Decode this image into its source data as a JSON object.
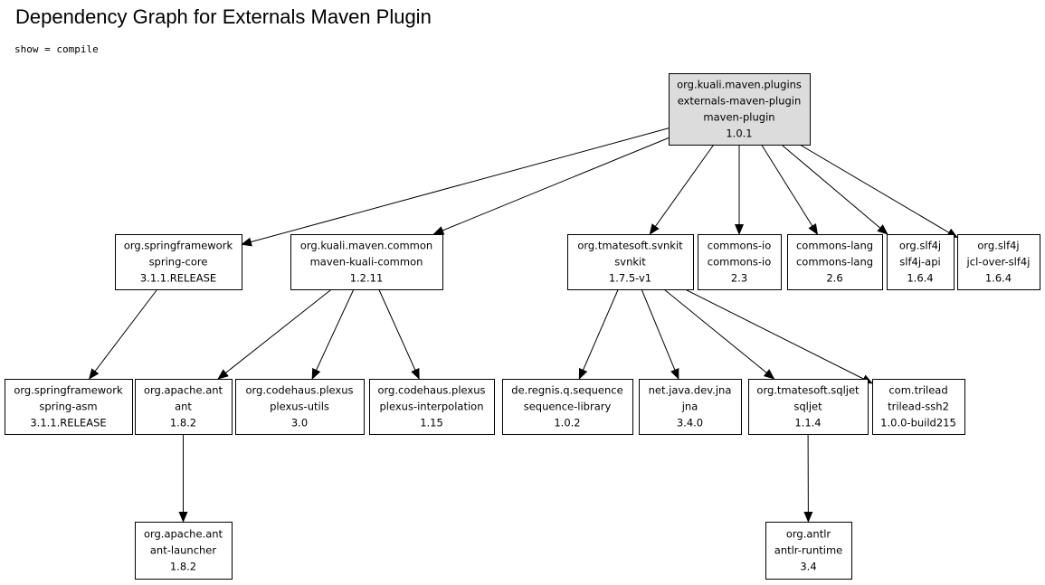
{
  "title": "Dependency Graph for Externals Maven Plugin",
  "subtitle": "show = compile",
  "nodes": {
    "root": {
      "lines": [
        "org.kuali.maven.plugins",
        "externals-maven-plugin",
        "maven-plugin",
        "1.0.1"
      ],
      "fill": "#dcdcdc"
    },
    "spring_core": {
      "lines": [
        "org.springframework",
        "spring-core",
        "3.1.1.RELEASE"
      ]
    },
    "kuali_common": {
      "lines": [
        "org.kuali.maven.common",
        "maven-kuali-common",
        "1.2.11"
      ]
    },
    "svnkit": {
      "lines": [
        "org.tmatesoft.svnkit",
        "svnkit",
        "1.7.5-v1"
      ]
    },
    "commons_io": {
      "lines": [
        "commons-io",
        "commons-io",
        "2.3"
      ]
    },
    "commons_lang": {
      "lines": [
        "commons-lang",
        "commons-lang",
        "2.6"
      ]
    },
    "slf4j_api": {
      "lines": [
        "org.slf4j",
        "slf4j-api",
        "1.6.4"
      ]
    },
    "jcl_over_slf4j": {
      "lines": [
        "org.slf4j",
        "jcl-over-slf4j",
        "1.6.4"
      ]
    },
    "spring_asm": {
      "lines": [
        "org.springframework",
        "spring-asm",
        "3.1.1.RELEASE"
      ]
    },
    "ant": {
      "lines": [
        "org.apache.ant",
        "ant",
        "1.8.2"
      ]
    },
    "plexus_utils": {
      "lines": [
        "org.codehaus.plexus",
        "plexus-utils",
        "3.0"
      ]
    },
    "plexus_interp": {
      "lines": [
        "org.codehaus.plexus",
        "plexus-interpolation",
        "1.15"
      ]
    },
    "sequence_lib": {
      "lines": [
        "de.regnis.q.sequence",
        "sequence-library",
        "1.0.2"
      ]
    },
    "jna": {
      "lines": [
        "net.java.dev.jna",
        "jna",
        "3.4.0"
      ]
    },
    "sqljet": {
      "lines": [
        "org.tmatesoft.sqljet",
        "sqljet",
        "1.1.4"
      ]
    },
    "trilead": {
      "lines": [
        "com.trilead",
        "trilead-ssh2",
        "1.0.0-build215"
      ]
    },
    "ant_launcher": {
      "lines": [
        "org.apache.ant",
        "ant-launcher",
        "1.8.2"
      ]
    },
    "antlr_runtime": {
      "lines": [
        "org.antlr",
        "antlr-runtime",
        "3.4"
      ]
    }
  },
  "edges": [
    [
      "root",
      "spring_core"
    ],
    [
      "root",
      "kuali_common"
    ],
    [
      "root",
      "svnkit"
    ],
    [
      "root",
      "commons_io"
    ],
    [
      "root",
      "commons_lang"
    ],
    [
      "root",
      "slf4j_api"
    ],
    [
      "root",
      "jcl_over_slf4j"
    ],
    [
      "spring_core",
      "spring_asm"
    ],
    [
      "kuali_common",
      "ant"
    ],
    [
      "kuali_common",
      "plexus_utils"
    ],
    [
      "kuali_common",
      "plexus_interp"
    ],
    [
      "svnkit",
      "sequence_lib"
    ],
    [
      "svnkit",
      "jna"
    ],
    [
      "svnkit",
      "sqljet"
    ],
    [
      "svnkit",
      "trilead"
    ],
    [
      "ant",
      "ant_launcher"
    ],
    [
      "sqljet",
      "antlr_runtime"
    ]
  ]
}
